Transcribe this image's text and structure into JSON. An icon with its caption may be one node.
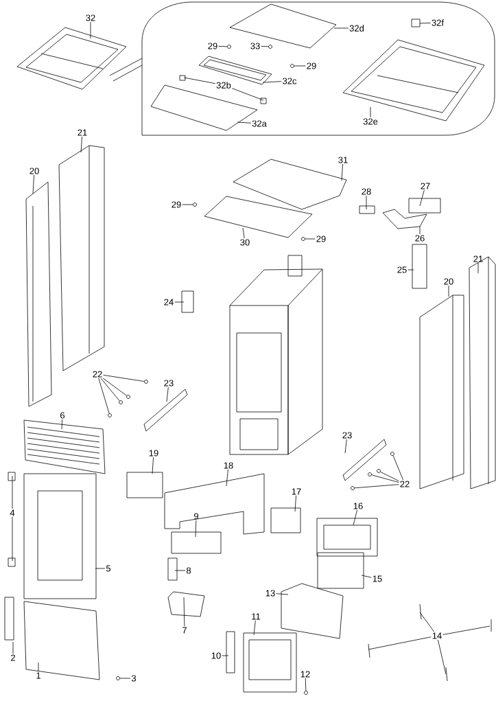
{
  "diagram": {
    "nodes": [
      {
        "text": [
          "32"
        ]
      },
      {
        "text": [
          "32d"
        ]
      },
      {
        "text": [
          "32f"
        ]
      },
      {
        "text": [
          "29"
        ]
      },
      {
        "text": [
          "33"
        ]
      },
      {
        "text": [
          "29"
        ]
      },
      {
        "text": [
          "32b"
        ]
      },
      {
        "text": [
          "32c"
        ]
      },
      {
        "text": [
          "32a"
        ]
      },
      {
        "text": [
          "32e"
        ]
      },
      {
        "text": [
          "21"
        ]
      },
      {
        "text": [
          "20"
        ]
      },
      {
        "text": [
          "31"
        ]
      },
      {
        "text": [
          "29"
        ]
      },
      {
        "text": [
          "28"
        ]
      },
      {
        "text": [
          "27"
        ]
      },
      {
        "text": [
          "30"
        ]
      },
      {
        "text": [
          "29"
        ]
      },
      {
        "text": [
          "26"
        ]
      },
      {
        "text": [
          "25"
        ]
      },
      {
        "text": [
          "24"
        ]
      },
      {
        "text": [
          "21"
        ]
      },
      {
        "text": [
          "20"
        ]
      },
      {
        "text": [
          "22"
        ]
      },
      {
        "text": [
          "23"
        ]
      },
      {
        "text": [
          "6"
        ]
      },
      {
        "text": [
          "19"
        ]
      },
      {
        "text": [
          "18"
        ]
      },
      {
        "text": [
          "23"
        ]
      },
      {
        "text": [
          "22"
        ]
      },
      {
        "text": [
          "4"
        ]
      },
      {
        "text": [
          "5"
        ]
      },
      {
        "text": [
          "9"
        ]
      },
      {
        "text": [
          "17"
        ]
      },
      {
        "text": [
          "16"
        ]
      },
      {
        "text": [
          "8"
        ]
      },
      {
        "text": [
          "15"
        ]
      },
      {
        "text": [
          "13"
        ]
      },
      {
        "text": [
          "7"
        ]
      },
      {
        "text": [
          "11"
        ]
      },
      {
        "text": [
          "14"
        ]
      },
      {
        "text": [
          "2"
        ]
      },
      {
        "text": [
          "10"
        ]
      },
      {
        "text": [
          "1"
        ]
      },
      {
        "text": [
          "3"
        ]
      },
      {
        "text": [
          "12"
        ]
      },
      {
        "text": [],
        "shape": "circle"
      },
      {
        "text": [],
        "shape": "circle"
      },
      {
        "text": [],
        "shape": "circle"
      },
      {
        "text": [],
        "shape": "circle"
      },
      {
        "text": [],
        "shape": "circle"
      },
      {
        "text": [],
        "shape": "circle"
      },
      {
        "text": [],
        "shape": "circle"
      },
      {
        "text": [],
        "shape": "circle"
      },
      {
        "text": [],
        "shape": "circle"
      },
      {
        "text": [],
        "shape": "circle"
      },
      {
        "text": [],
        "shape": "circle"
      },
      {
        "text": [],
        "shape": "circle"
      },
      {
        "text": [],
        "shape": "circle"
      },
      {
        "text": [],
        "shape": "circle"
      },
      {
        "text": [],
        "shape": "circle"
      }
    ],
    "edges": [
      {
        "from": 0,
        "to": null,
        "arrow": "none"
      },
      {
        "from": 1,
        "to": null,
        "arrow": "none"
      },
      {
        "from": 2,
        "to": null,
        "arrow": "none"
      },
      {
        "from": 3,
        "to": 46,
        "arrow": "none"
      },
      {
        "from": 4,
        "to": 47,
        "arrow": "none"
      },
      {
        "from": 5,
        "to": 48,
        "arrow": "none"
      },
      {
        "from": 6,
        "to": null,
        "arrow": "none"
      },
      {
        "from": 6,
        "to": null,
        "arrow": "none"
      },
      {
        "from": 7,
        "to": null,
        "arrow": "none"
      },
      {
        "from": 8,
        "to": null,
        "arrow": "none"
      },
      {
        "from": 9,
        "to": null,
        "arrow": "none"
      },
      {
        "from": 10,
        "to": null,
        "arrow": "none"
      },
      {
        "from": 11,
        "to": null,
        "arrow": "none"
      },
      {
        "from": 12,
        "to": null,
        "arrow": "none"
      },
      {
        "from": 13,
        "to": 49,
        "arrow": "none"
      },
      {
        "from": 14,
        "to": null,
        "arrow": "none"
      },
      {
        "from": 15,
        "to": null,
        "arrow": "none"
      },
      {
        "from": 16,
        "to": null,
        "arrow": "none"
      },
      {
        "from": 17,
        "to": 50,
        "arrow": "none"
      },
      {
        "from": 18,
        "to": null,
        "arrow": "none"
      },
      {
        "from": 19,
        "to": null,
        "arrow": "none"
      },
      {
        "from": 20,
        "to": null,
        "arrow": "none"
      },
      {
        "from": 21,
        "to": null,
        "arrow": "none"
      },
      {
        "from": 22,
        "to": null,
        "arrow": "none"
      },
      {
        "from": 23,
        "to": 51,
        "arrow": "none"
      },
      {
        "from": 23,
        "to": 52,
        "arrow": "none"
      },
      {
        "from": 23,
        "to": 53,
        "arrow": "none"
      },
      {
        "from": 23,
        "to": 54,
        "arrow": "none"
      },
      {
        "from": 24,
        "to": null,
        "arrow": "none"
      },
      {
        "from": 25,
        "to": null,
        "arrow": "none"
      },
      {
        "from": 26,
        "to": null,
        "arrow": "none"
      },
      {
        "from": 27,
        "to": null,
        "arrow": "none"
      },
      {
        "from": 28,
        "to": null,
        "arrow": "none"
      },
      {
        "from": 29,
        "to": 55,
        "arrow": "none"
      },
      {
        "from": 29,
        "to": 56,
        "arrow": "none"
      },
      {
        "from": 29,
        "to": 57,
        "arrow": "none"
      },
      {
        "from": 29,
        "to": 58,
        "arrow": "none"
      },
      {
        "from": 30,
        "to": null,
        "arrow": "none"
      },
      {
        "from": 30,
        "to": null,
        "arrow": "none"
      },
      {
        "from": 31,
        "to": null,
        "arrow": "none"
      },
      {
        "from": 32,
        "to": null,
        "arrow": "none"
      },
      {
        "from": 33,
        "to": null,
        "arrow": "none"
      },
      {
        "from": 34,
        "to": null,
        "arrow": "none"
      },
      {
        "from": 35,
        "to": null,
        "arrow": "none"
      },
      {
        "from": 36,
        "to": null,
        "arrow": "none"
      },
      {
        "from": 37,
        "to": null,
        "arrow": "none"
      },
      {
        "from": 38,
        "to": null,
        "arrow": "none"
      },
      {
        "from": 39,
        "to": null,
        "arrow": "none"
      },
      {
        "from": 40,
        "to": null,
        "arrow": "none"
      },
      {
        "from": 40,
        "to": null,
        "arrow": "none"
      },
      {
        "from": 40,
        "to": null,
        "arrow": "none"
      },
      {
        "from": 40,
        "to": null,
        "arrow": "none"
      },
      {
        "from": 41,
        "to": null,
        "arrow": "none"
      },
      {
        "from": 42,
        "to": null,
        "arrow": "none"
      },
      {
        "from": 43,
        "to": null,
        "arrow": "none"
      },
      {
        "from": 44,
        "to": 59,
        "arrow": "none"
      },
      {
        "from": 45,
        "to": 60,
        "arrow": "none"
      }
    ]
  }
}
